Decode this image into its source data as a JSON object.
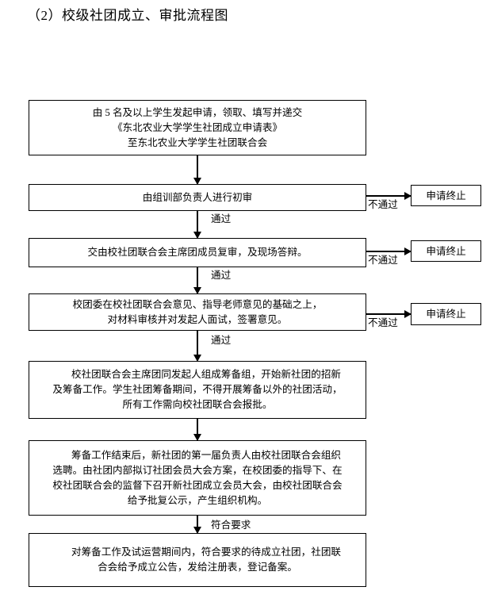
{
  "page": {
    "title": "（2）校级社团成立、审批流程图"
  },
  "flow": {
    "steps": [
      {
        "id": "apply",
        "lines": [
          "由 5 名及以上学生发起申请，领取、填写并递交",
          "《东北农业大学学生社团成立申请表》",
          "至东北农业大学学生社团联合会"
        ]
      },
      {
        "id": "first-review",
        "lines": [
          "由组训部负责人进行初审"
        ]
      },
      {
        "id": "second-review",
        "lines": [
          "交由校社团联合会主席团成员复审，及现场答辩。"
        ]
      },
      {
        "id": "youth-league-review",
        "lines": [
          "校团委在校社团联合会意见、指导老师意见的基础之上，",
          "对材料审核并对发起人面试，签署意见。"
        ]
      },
      {
        "id": "preparation-group",
        "lines": [
          "校社团联合会主席团同发起人组成筹备组，开始新社团的招新",
          "及筹备工作。学生社团筹备期间，不得开展筹备以外的社团活动，",
          "所有工作需向校社团联合会报批。"
        ]
      },
      {
        "id": "member-assembly",
        "lines": [
          "筹备工作结束后，新社团的第一届负责人由校社团联合会组织",
          "选聘。由社团内部拟订社团会员大会方案，在校团委的指导下、在",
          "校社团联合会的监督下召开新社团成立会员大会，由校社团联合会",
          "给予批复公示，产生组织机构。"
        ]
      },
      {
        "id": "registration",
        "lines": [
          "对筹备工作及试运营期间内，符合要求的待成立社团，社团联",
          "合会给予成立公告，发给注册表，登记备案。"
        ]
      }
    ],
    "terminals": [
      {
        "id": "terminate-1",
        "label": "申请终止"
      },
      {
        "id": "terminate-2",
        "label": "申请终止"
      },
      {
        "id": "terminate-3",
        "label": "申请终止"
      }
    ],
    "edge_labels": {
      "pass": "通过",
      "fail": "不通过",
      "meets_requirements": "符合要求"
    }
  },
  "colors": {
    "line": "#000000",
    "box_fill": "#ffffff",
    "text": "#000000"
  }
}
